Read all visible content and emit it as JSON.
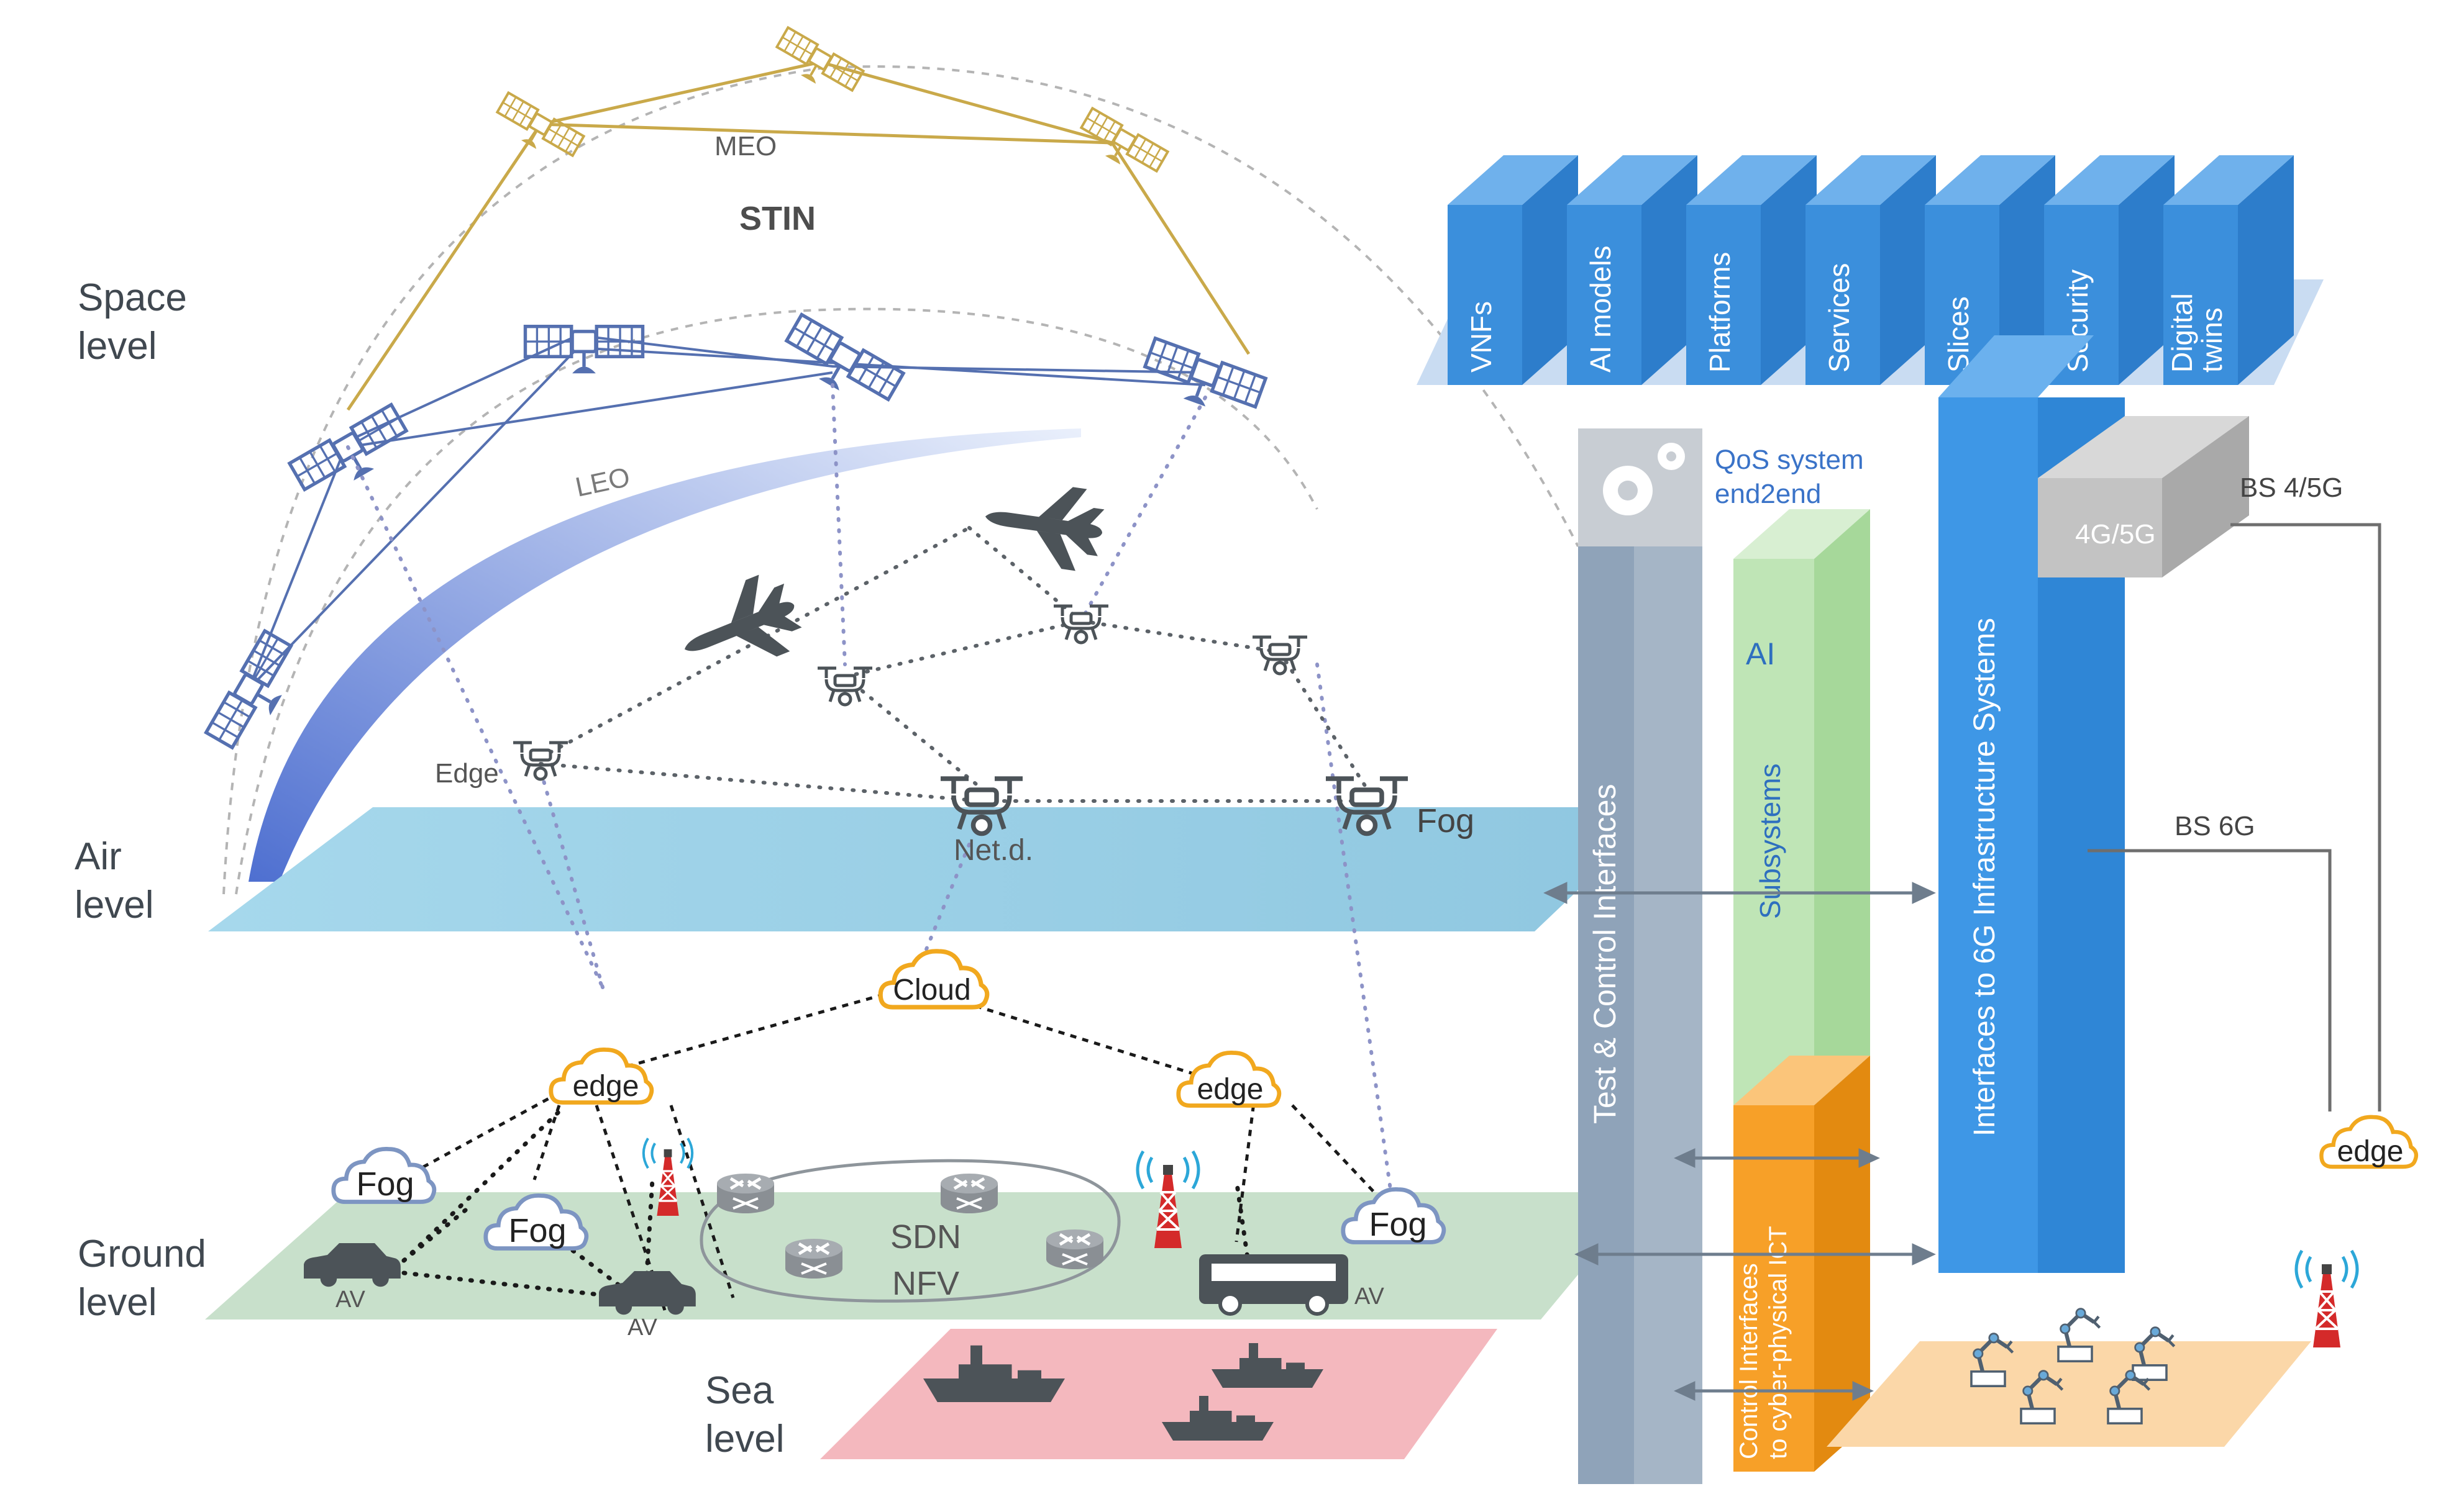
{
  "levels": {
    "space": [
      "Space",
      "level"
    ],
    "air": [
      "Air",
      "level"
    ],
    "ground": [
      "Ground",
      "level"
    ],
    "sea": [
      "Sea",
      "level"
    ]
  },
  "orbits": {
    "meo": "MEO",
    "stin": "STIN",
    "leo": "LEO"
  },
  "drones": {
    "edge": "Edge",
    "netd": "Net.d.",
    "fog": "Fog"
  },
  "clouds": {
    "cloud": "Cloud",
    "edge_left": "edge",
    "edge_right": "edge",
    "edge_far": "edge",
    "fog_1": "Fog",
    "fog_2": "Fog",
    "fog_3": "Fog"
  },
  "ground": {
    "sdn": "SDN",
    "nfv": "NFV",
    "av": "AV"
  },
  "blocks": [
    "VNFs",
    "AI models",
    "Platforms",
    "Services",
    "Slices",
    "Security",
    "Digital twins"
  ],
  "qos": [
    "QoS system",
    "end2end"
  ],
  "pillars": {
    "test_control": "Test & Control Interfaces",
    "ai": "AI",
    "subsystems": "Subsystems",
    "infra": "Interfaces to 6G Infrastructure Systems",
    "control_1": "Control Interfaces",
    "control_2": "to cyber-physical ICT"
  },
  "bs": {
    "box": "4G/5G",
    "bs45": "BS 4/5G",
    "bs6": "BS 6G"
  },
  "colors": {
    "gold": "#C9A94A",
    "satellite_blue": "#5570B0",
    "drone_gray": "#4C5358",
    "cloud_orange": "#F1A81E",
    "cloud_blue": "#7D95C2",
    "air_plane": "#9FD3E8",
    "ground_plane": "#C8E0CB",
    "sea_plane": "#F4B8BE",
    "block_blue": "#3B8FDC",
    "pillar_gray": "#8FA3B9",
    "pillar_green": "#B9E3B0",
    "pillar_blue": "#3E97E6",
    "pillar_orange": "#F7A028",
    "bs_gray": "#BDBDBD",
    "tower_red": "#D42A2A"
  }
}
